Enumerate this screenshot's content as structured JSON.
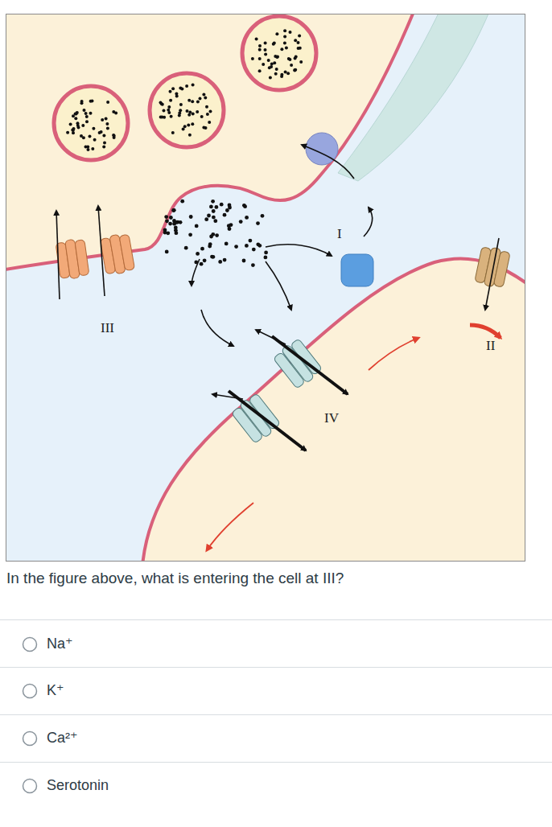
{
  "diagram": {
    "labels": [
      "I",
      "II",
      "III",
      "IV",
      "In the figure above, what is entering the cell at III?",
      "Na⁺",
      "K⁺",
      "Ca²⁺",
      "Serotonin"
    ]
  }
}
